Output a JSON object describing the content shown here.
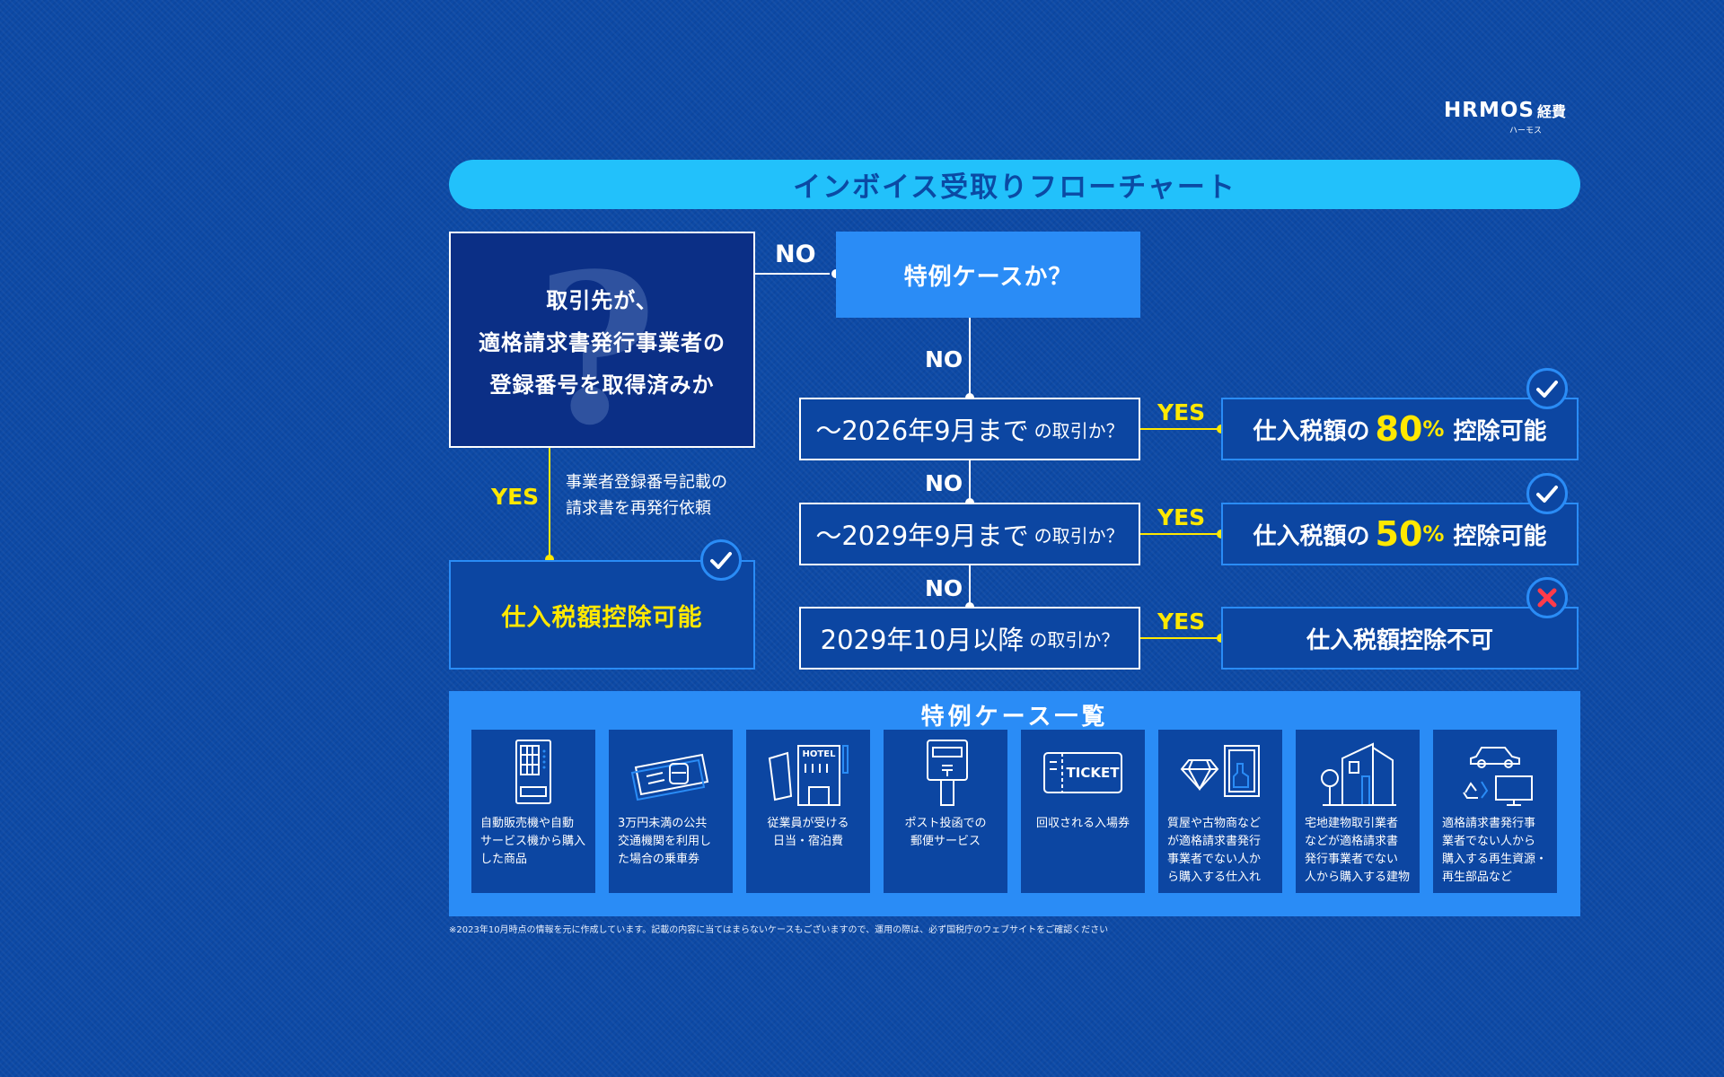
{
  "logo": {
    "text": "HRMOS",
    "kanji": "経費",
    "sub": "ハーモス"
  },
  "title": "インボイス受取りフローチャート",
  "question": {
    "lines": [
      "取引先が、",
      "適格請求書発行事業者の",
      "登録番号を取得済みか"
    ]
  },
  "special_question": "特例ケースか？",
  "labels": {
    "yes": "YES",
    "no": "NO"
  },
  "reissue": {
    "line1": "事業者登録番号記載の",
    "line2": "請求書を再発行依頼"
  },
  "left_result": "仕入税額控除可能",
  "rows": [
    {
      "q_main": "～2026年9月まで",
      "q_small": "の取引か？",
      "r_prefix": "仕入税額の",
      "r_big": "80",
      "r_pct": "%",
      "r_suffix": "控除可能",
      "badge": "check"
    },
    {
      "q_main": "～2029年9月まで",
      "q_small": "の取引か？",
      "r_prefix": "仕入税額の",
      "r_big": "50",
      "r_pct": "%",
      "r_suffix": "控除可能",
      "badge": "check"
    },
    {
      "q_main": "2029年10月以降",
      "q_small": "の取引か？",
      "r_text": "仕入税額控除不可",
      "badge": "cross"
    }
  ],
  "panel": {
    "title": "特例ケース一覧",
    "cards": [
      {
        "icon": "vending-machine-icon",
        "text": "自動販売機や自動\nサービス機から購入\nした商品",
        "center": false
      },
      {
        "icon": "train-ticket-icon",
        "text": "3万円未満の公共\n交通機関を利用し\nた場合の乗車券",
        "center": false
      },
      {
        "icon": "hotel-icon",
        "text": "従業員が受ける\n日当・宿泊費",
        "center": true,
        "sign": "HOTEL"
      },
      {
        "icon": "postbox-icon",
        "text": "ポスト投函での\n郵便サービス",
        "center": true
      },
      {
        "icon": "ticket-icon",
        "text": "回収される入場券",
        "center": true,
        "sign": "TICKET"
      },
      {
        "icon": "diamond-painting-icon",
        "text": "質屋や古物商など\nが適格請求書発行\n事業者でない人か\nら購入する仕入れ",
        "center": false
      },
      {
        "icon": "building-icon",
        "text": "宅地建物取引業者\nなどが適格請求書\n発行事業者でない\n人から購入する建物",
        "center": false
      },
      {
        "icon": "recycle-car-pc-icon",
        "text": "適格請求書発行事\n業者でない人から\n購入する再生資源・\n再生部品など",
        "center": false
      }
    ]
  },
  "footnote": "※2023年10月時点の情報を元に作成しています。記載の内容に当てはまらないケースもございますので、運用の際は、必ず国税庁のウェブサイトをご確認ください",
  "colors": {
    "background": "#0d4aa6",
    "accent": "#2a8cf6",
    "title_bar": "#22c1fb",
    "yes": "#ffe800",
    "cross": "#ff3b4a"
  }
}
